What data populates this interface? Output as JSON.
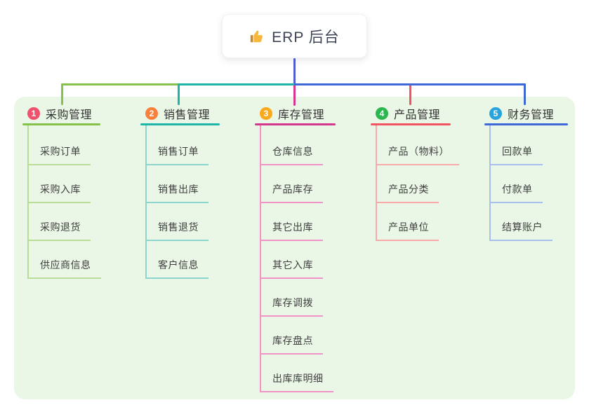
{
  "root": {
    "label": "ERP 后台",
    "icon": "thumbs-up-icon",
    "icon_color": "#f5b83d"
  },
  "canvas": {
    "background": "#ffffff",
    "panel_background": "#ebf7e6",
    "root_connector_color": "#4f5ed3"
  },
  "branches": [
    {
      "number": "1",
      "title": "采购管理",
      "colors": {
        "badge": "#f0516d",
        "main": "#86c24a",
        "light": "#b9dd97"
      },
      "children": [
        "采购订单",
        "采购入库",
        "采购退货",
        "供应商信息"
      ]
    },
    {
      "number": "2",
      "title": "销售管理",
      "colors": {
        "badge": "#f97f3d",
        "main": "#1db5a8",
        "light": "#8ed6cd"
      },
      "children": [
        "销售订单",
        "销售出库",
        "销售退货",
        "客户信息"
      ]
    },
    {
      "number": "3",
      "title": "库存管理",
      "colors": {
        "badge": "#faa91c",
        "main": "#d6368f",
        "light": "#f193c6"
      },
      "children": [
        "仓库信息",
        "产品库存",
        "其它出库",
        "其它入库",
        "库存调拨",
        "库存盘点",
        "出库库明细"
      ]
    },
    {
      "number": "4",
      "title": "产品管理",
      "colors": {
        "badge": "#2cb64e",
        "main": "#f25360",
        "light": "#f9a8ac"
      },
      "children": [
        "产品（物料）",
        "产品分类",
        "产品单位"
      ]
    },
    {
      "number": "5",
      "title": "财务管理",
      "colors": {
        "badge": "#29a3dc",
        "main": "#3e68d8",
        "light": "#a9bfec"
      },
      "children": [
        "回款单",
        "付款单",
        "结算账户"
      ]
    }
  ]
}
